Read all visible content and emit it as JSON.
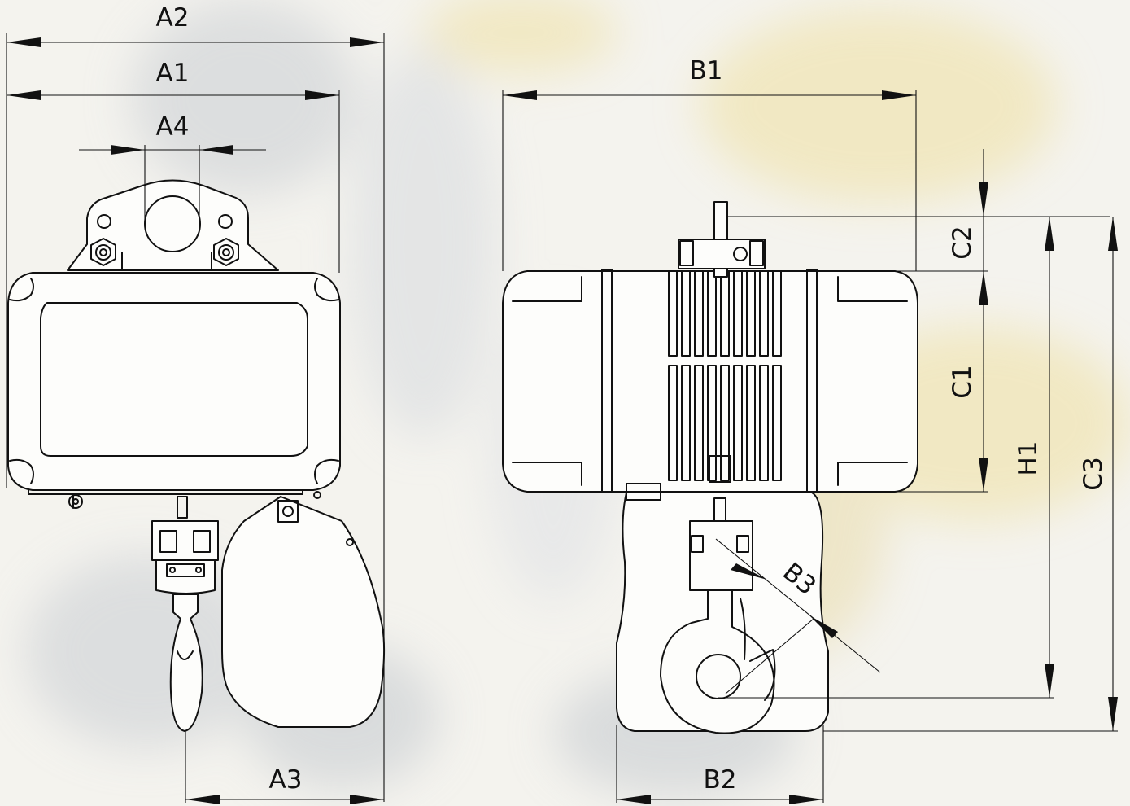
{
  "labels": {
    "a1": "A1",
    "a2": "A2",
    "a3": "A3",
    "a4": "A4",
    "b1": "B1",
    "b2": "B2",
    "b3": "B3",
    "c1": "C1",
    "c2": "C2",
    "c3": "C3",
    "h1": "H1"
  },
  "colors": {
    "background": "#f4f3ee",
    "stroke": "#111111",
    "watermark_yellow": "#efe0a0",
    "watermark_grey": "#c9cdd3"
  }
}
